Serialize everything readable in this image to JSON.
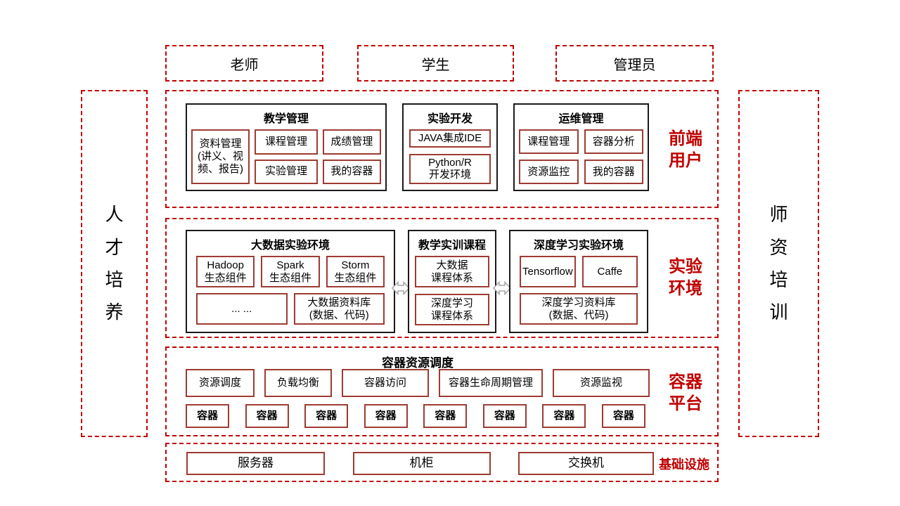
{
  "colors": {
    "accent": "#C00000",
    "group_border": "#1a1a1a",
    "item_border": "#9E3B32",
    "text": "#000000"
  },
  "actors": [
    {
      "label": "老师"
    },
    {
      "label": "学生"
    },
    {
      "label": "管理员"
    }
  ],
  "rails": {
    "left": "人才培养",
    "right": "师资培训"
  },
  "frontend": {
    "side_label": "前端用户",
    "teaching": {
      "title": "教学管理",
      "items": {
        "course": "课程管理",
        "material": "资料管理\n(讲义、视\n频、报告)",
        "grade": "成绩管理",
        "experiment": "实验管理",
        "my_container": "我的容器"
      }
    },
    "dev": {
      "title": "实验开发",
      "items": {
        "java_ide": "JAVA集成IDE",
        "python_r": "Python/R\n开发环境"
      }
    },
    "ops": {
      "title": "运维管理",
      "items": {
        "course": "课程管理",
        "container_analysis": "容器分析",
        "resource_monitor": "资源监控",
        "my_container": "我的容器"
      }
    }
  },
  "lab": {
    "side_label": "实验环境",
    "bigdata": {
      "title": "大数据实验环境",
      "items": {
        "hadoop": "Hadoop\n生态组件",
        "spark": "Spark\n生态组件",
        "storm": "Storm\n生态组件",
        "more": "... ...",
        "repo": "大数据资料库\n(数据、代码)"
      }
    },
    "courses": {
      "title": "教学实训课程",
      "items": {
        "bigdata_course": "大数据\n课程体系",
        "dl_course": "深度学习\n课程体系"
      }
    },
    "deep_learning": {
      "title": "深度学习实验环境",
      "items": {
        "tensorflow": "Tensorflow",
        "caffe": "Caffe",
        "repo": "深度学习资料库\n(数据、代码)"
      }
    }
  },
  "container_platform": {
    "side_label": "容器平台",
    "title": "容器资源调度",
    "functions": [
      "资源调度",
      "负载均衡",
      "容器访问",
      "容器生命周期管理",
      "资源监视"
    ],
    "containers": [
      "容器",
      "容器",
      "容器",
      "容器",
      "容器",
      "容器",
      "容器",
      "容器"
    ]
  },
  "infrastructure": {
    "side_label": "基础设施",
    "items": [
      "服务器",
      "机柜",
      "交换机"
    ]
  }
}
